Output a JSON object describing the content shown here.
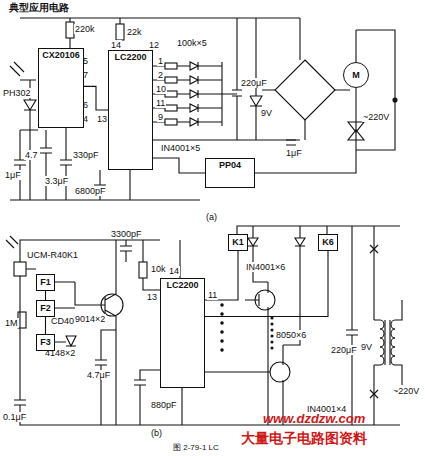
{
  "diagram": {
    "title": "典型应用电路",
    "caption": "图 2-79-1 LC",
    "nodes": [
      {
        "text": [
          "CX20106"
        ]
      },
      {
        "text": [
          "LC2200"
        ]
      },
      {
        "text": [
          "PP04"
        ]
      },
      {
        "text": [
          "M"
        ]
      },
      {
        "text": [
          "LC2200"
        ]
      },
      {
        "text": [
          "K1"
        ]
      },
      {
        "text": [
          "K6"
        ]
      },
      {
        "text": [
          "F1"
        ]
      },
      {
        "text": [
          "F2"
        ]
      },
      {
        "text": [
          "F3"
        ]
      }
    ],
    "edges": [
      {
        "from": 0,
        "to": 1,
        "arrow": "none"
      },
      {
        "from": 1,
        "to": 2,
        "arrow": "none"
      },
      {
        "from": 2,
        "to": 3,
        "arrow": "none"
      },
      {
        "from": 7,
        "to": 8,
        "arrow": "none"
      },
      {
        "from": 8,
        "to": 9,
        "arrow": "none"
      },
      {
        "from": 4,
        "to": 5,
        "arrow": "none"
      },
      {
        "from": 4,
        "to": 6,
        "arrow": "none"
      }
    ],
    "labels": [
      "220k",
      "22k",
      "14",
      "12",
      "5",
      "7",
      "6",
      "4",
      "13",
      "1",
      "2",
      "10",
      "11",
      "9",
      "100k×5",
      "IN4001×5",
      "220μF",
      "9V",
      "1μF",
      "~220V",
      "PH302",
      "1μF",
      "4.7",
      "3.3μF",
      "330pF",
      "6800pF",
      "(a)",
      "UCM-R40K1",
      "1M",
      "CD4069",
      "4148×2",
      "9014×2",
      "4.7μF",
      "3300pF",
      "10k",
      "14",
      "13",
      "11",
      "IN4001×6",
      "8050×6",
      "220μF",
      "9V",
      "~220V",
      "IN4001×4",
      "0.1μF",
      "880pF",
      "(b)",
      "www.dzdzw.com",
      "大量电子电路图资料"
    ]
  }
}
